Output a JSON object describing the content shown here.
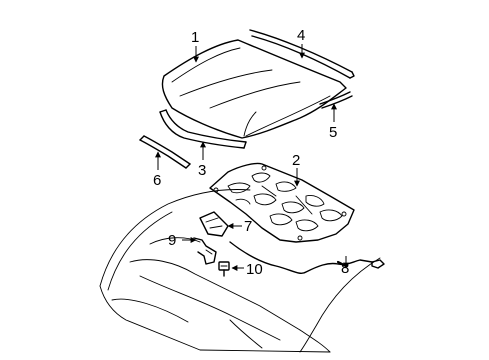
{
  "diagram": {
    "callouts": [
      {
        "id": "callout-1",
        "text": "1"
      },
      {
        "id": "callout-2",
        "text": "2"
      },
      {
        "id": "callout-3",
        "text": "3"
      },
      {
        "id": "callout-4",
        "text": "4"
      },
      {
        "id": "callout-5",
        "text": "5"
      },
      {
        "id": "callout-6",
        "text": "6"
      },
      {
        "id": "callout-7",
        "text": "7"
      },
      {
        "id": "callout-8",
        "text": "8"
      },
      {
        "id": "callout-9",
        "text": "9"
      },
      {
        "id": "callout-10",
        "text": "10"
      }
    ],
    "line_color": "#000000",
    "background": "#ffffff"
  }
}
